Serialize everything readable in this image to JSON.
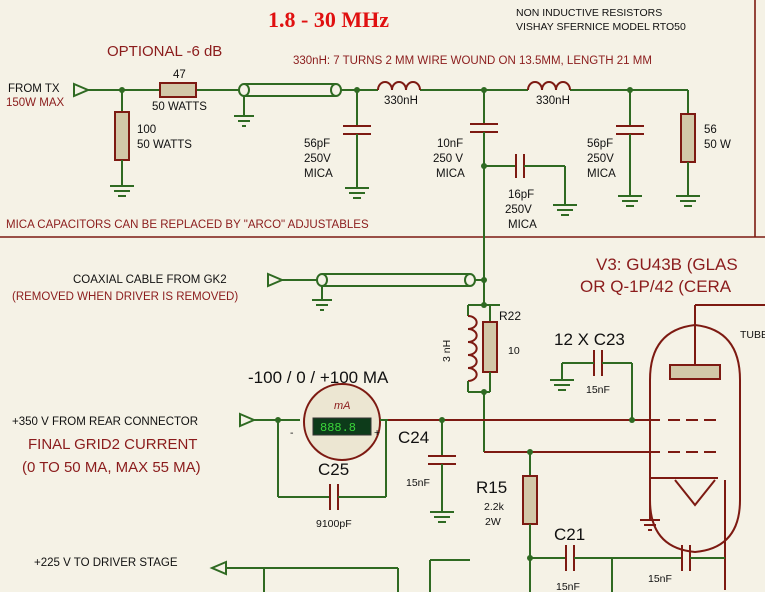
{
  "title": "1.8 - 30 MHz",
  "notes": {
    "resistors_line1": "NON INDUCTIVE RESISTORS",
    "resistors_line2": "VISHAY SFERNICE MODEL RTO50",
    "optional": "OPTIONAL -6 dB",
    "inductor_spec": "330nH: 7 TURNS 2 MM WIRE WOUND ON 13.5MM, LENGTH 21 MM",
    "mica_note": "MICA CAPACITORS CAN BE REPLACED BY \"ARCO\" ADJUSTABLES"
  },
  "inputs": {
    "from_tx": "FROM TX",
    "from_tx_power": "150W MAX",
    "coax_from": "COAXIAL CABLE FROM GK2",
    "coax_removed": "(REMOVED WHEN DRIVER IS REMOVED)",
    "plus350": "+350 V FROM REAR CONNECTOR",
    "plus225": "+225 V TO DRIVER STAGE"
  },
  "attenuator": {
    "series_value": "47",
    "series_power": "50 WATTS",
    "shunt_value": "100",
    "shunt_power": "50 WATTS"
  },
  "filter": {
    "l1": "330nH",
    "l2": "330nH",
    "c1_value": "56pF",
    "c1_voltage": "250V",
    "c1_type": "MICA",
    "c2_value": "10nF",
    "c2_voltage": "250 V",
    "c2_type": "MICA",
    "c3_value": "16pF",
    "c3_voltage": "250V",
    "c3_type": "MICA",
    "c4_value": "56pF",
    "c4_voltage": "250V",
    "c4_type": "MICA",
    "load_value": "56",
    "load_power": "50 W"
  },
  "tube": {
    "line1": "V3:  GU43B (GLAS",
    "line2": "OR Q-1P/42 (CERA",
    "tube_label": "TUBE"
  },
  "grid_circuit": {
    "r22": "R22",
    "r22_value": "10",
    "l_value": "3 nH",
    "c23_count": "12 X C23",
    "c23_value": "15nF",
    "meter_range": "-100 / 0 / +100 MA",
    "meter_unit": "mA",
    "meter_display": "888.8",
    "meter_minus": "-",
    "meter_plus": "+",
    "grid2_title": "FINAL GRID2 CURRENT",
    "grid2_range": "(0 TO 50 MA, MAX 55 MA)",
    "c24": "C24",
    "c24_value": "15nF",
    "c25": "C25",
    "c25_value": "9100pF",
    "r15": "R15",
    "r15_value": "2.2k",
    "r15_power": "2W",
    "c21": "C21",
    "c21_value": "15nF",
    "c_extra_value": "15nF"
  }
}
